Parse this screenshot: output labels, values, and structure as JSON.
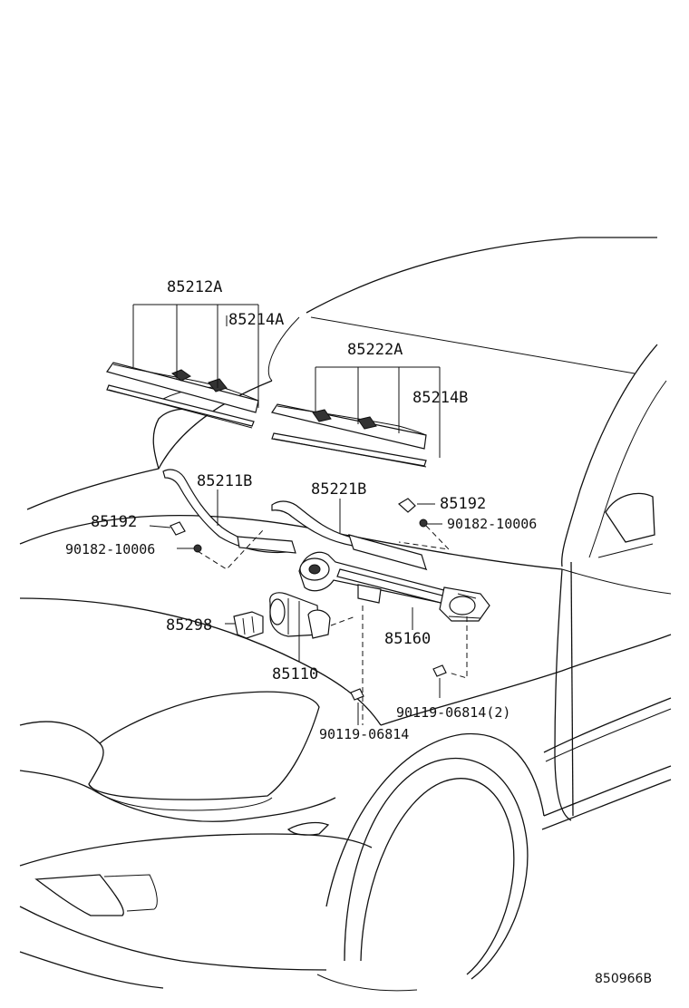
{
  "diagram": {
    "labels": {
      "p85212A": "85212A",
      "p85214A": "85214A",
      "p85222A": "85222A",
      "p85214B": "85214B",
      "p85211B": "85211B",
      "p85221B": "85221B",
      "p85192_left": "85192",
      "p85192_right": "85192",
      "p90182_left": "90182-10006",
      "p90182_right": "90182-10006",
      "p85298": "85298",
      "p85110": "85110",
      "p85160": "85160",
      "p90119_2": "90119-06814(2)",
      "p90119": "90119-06814"
    },
    "figure_code": "850966B"
  }
}
